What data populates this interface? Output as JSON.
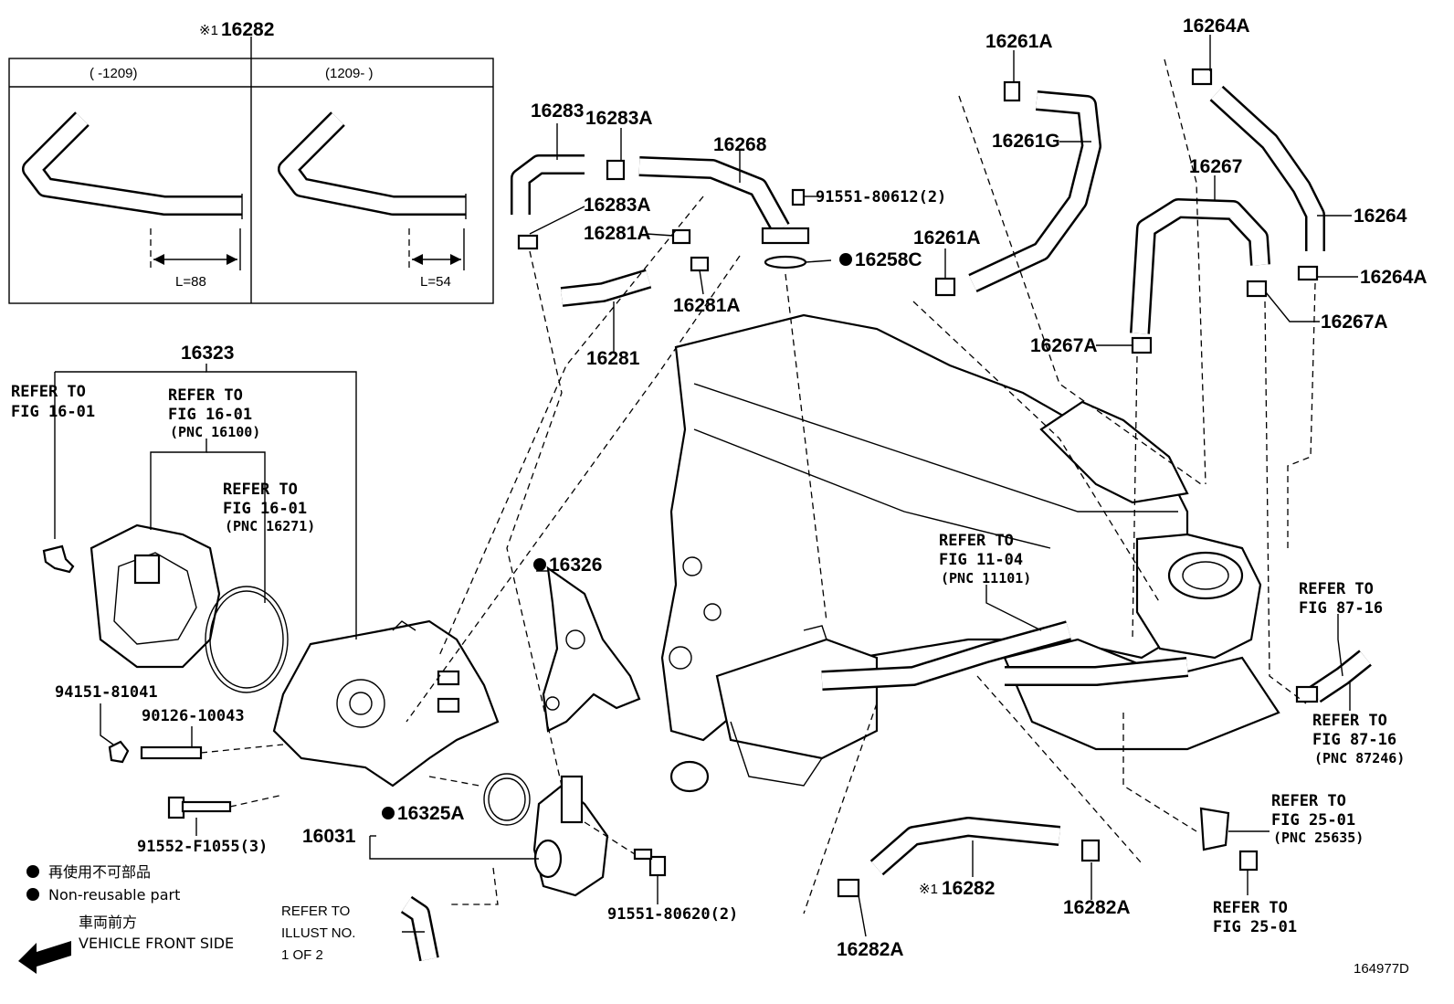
{
  "inset": {
    "part_no": "16282",
    "mark": "※1",
    "left_label": "(      -1209)",
    "right_label": "(1209-      )",
    "left_length": "L=88",
    "right_length": "L=54"
  },
  "labels": {
    "p16323": "16323",
    "p16283": "16283",
    "p16283A_top": "16283A",
    "p16283A_low": "16283A",
    "p16268": "16268",
    "p91551_80612": "91551-80612(2)",
    "p16281A_left": "16281A",
    "p16281A_low": "16281A",
    "p16281": "16281",
    "p16258C": "16258C",
    "p16261A_top": "16261A",
    "p16261G": "16261G",
    "p16261A_mid": "16261A",
    "p16264A_top": "16264A",
    "p16264": "16264",
    "p16264A_right": "16264A",
    "p16267": "16267",
    "p16267A_right": "16267A",
    "p16267A_left": "16267A",
    "p16326": "16326",
    "p94151": "94151-81041",
    "p90126": "90126-10043",
    "p91552": "91552-F1055(3)",
    "p16031": "16031",
    "p16325A": "16325A",
    "p91551_80620": "91551-80620(2)",
    "p16282_lower": "16282",
    "p16282_mark": "※1",
    "p16282A_mid": "16282A",
    "p16282A_low": "16282A"
  },
  "refs": {
    "r1601_a_l1": "REFER TO",
    "r1601_a_l2": "FIG 16-01",
    "r1601_b_l1": "REFER TO",
    "r1601_b_l2": "FIG 16-01",
    "r1601_b_l3": "(PNC 16100)",
    "r1601_c_l1": "REFER TO",
    "r1601_c_l2": "FIG 16-01",
    "r1601_c_l3": "(PNC 16271)",
    "r1104_l1": "REFER TO",
    "r1104_l2": "FIG 11-04",
    "r1104_l3": "(PNC 11101)",
    "r8716a_l1": "REFER TO",
    "r8716a_l2": "FIG 87-16",
    "r8716b_l1": "REFER TO",
    "r8716b_l2": "FIG 87-16",
    "r8716b_l3": "(PNC 87246)",
    "r2501a_l1": "REFER TO",
    "r2501a_l2": "FIG 25-01",
    "r2501a_l3": "(PNC 25635)",
    "r2501b_l1": "REFER TO",
    "r2501b_l2": "FIG 25-01",
    "illust_l1": "REFER TO",
    "illust_l2": "ILLUST NO.",
    "illust_l3": "1 OF 2"
  },
  "legend": {
    "jp_nonreusable": "再使用不可部品",
    "en_nonreusable": "Non-reusable part",
    "jp_front": "車両前方",
    "en_front": "VEHICLE FRONT SIDE"
  },
  "figure_id": "164977D"
}
